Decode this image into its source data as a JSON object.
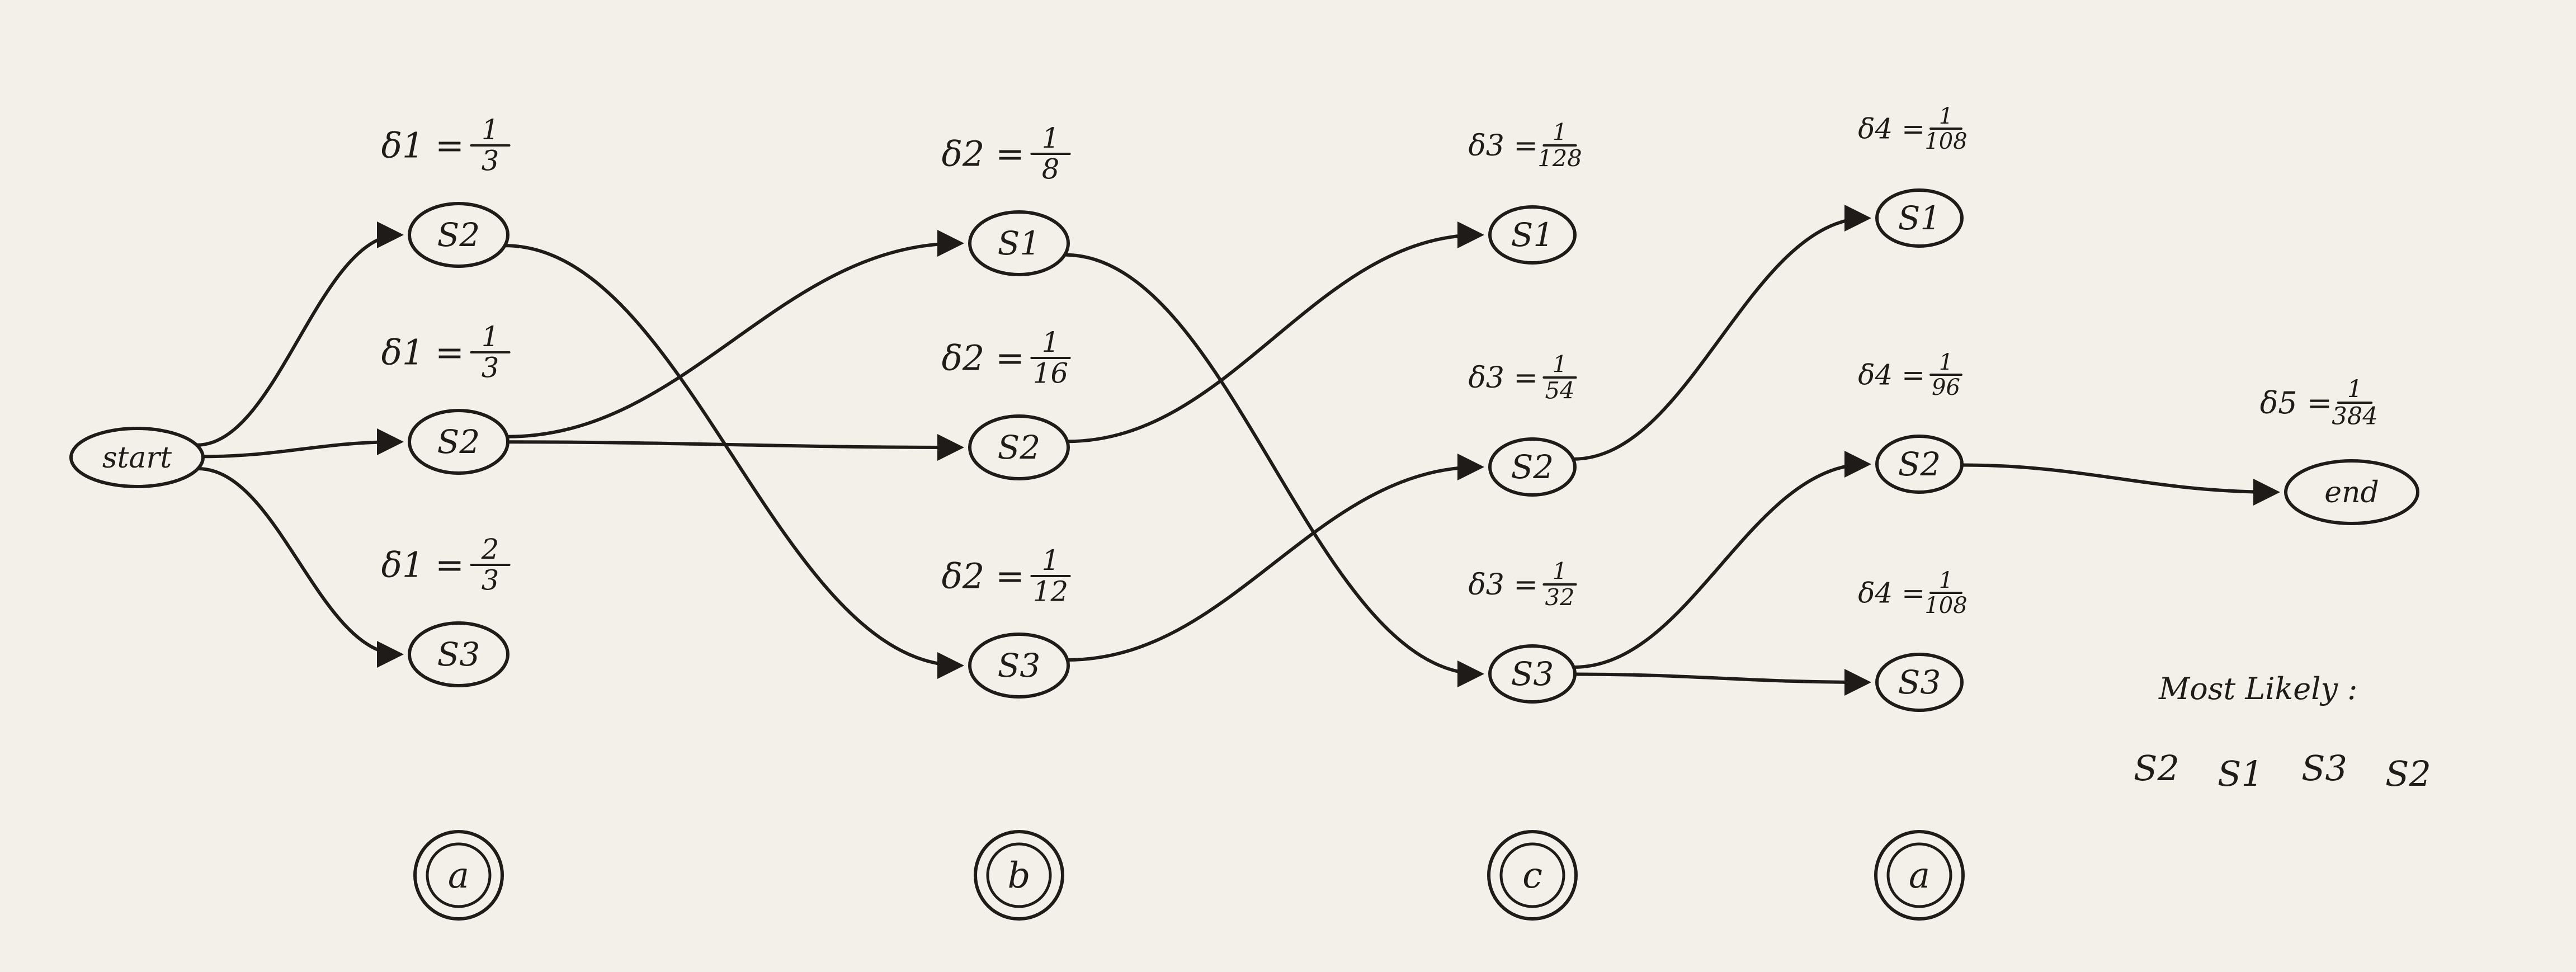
{
  "diagram": {
    "start_label": "start",
    "end_label": "end",
    "columns": [
      {
        "observation": "a",
        "states": [
          {
            "id": "c1-top",
            "label": "S2",
            "delta_prefix": "δ1 =",
            "delta_num": "1",
            "delta_den": "3"
          },
          {
            "id": "c1-mid",
            "label": "S2",
            "delta_prefix": "δ1 =",
            "delta_num": "1",
            "delta_den": "3"
          },
          {
            "id": "c1-bot",
            "label": "S3",
            "delta_prefix": "δ1 =",
            "delta_num": "2",
            "delta_den": "3"
          }
        ]
      },
      {
        "observation": "b",
        "states": [
          {
            "id": "c2-top",
            "label": "S1",
            "delta_prefix": "δ2 =",
            "delta_num": "1",
            "delta_den": "8"
          },
          {
            "id": "c2-mid",
            "label": "S2",
            "delta_prefix": "δ2 =",
            "delta_num": "1",
            "delta_den": "16"
          },
          {
            "id": "c2-bot",
            "label": "S3",
            "delta_prefix": "δ2 =",
            "delta_num": "1",
            "delta_den": "12"
          }
        ]
      },
      {
        "observation": "c",
        "states": [
          {
            "id": "c3-top",
            "label": "S1",
            "delta_prefix": "δ3 =",
            "delta_num": "1",
            "delta_den": "128"
          },
          {
            "id": "c3-mid",
            "label": "S2",
            "delta_prefix": "δ3 =",
            "delta_num": "1",
            "delta_den": "54"
          },
          {
            "id": "c3-bot",
            "label": "S3",
            "delta_prefix": "δ3 =",
            "delta_num": "1",
            "delta_den": "32"
          }
        ]
      },
      {
        "observation": "a",
        "states": [
          {
            "id": "c4-top",
            "label": "S1",
            "delta_prefix": "δ4 =",
            "delta_num": "1",
            "delta_den": "108"
          },
          {
            "id": "c4-mid",
            "label": "S2",
            "delta_prefix": "δ4 =",
            "delta_num": "1",
            "delta_den": "96"
          },
          {
            "id": "c4-bot",
            "label": "S3",
            "delta_prefix": "δ4 =",
            "delta_num": "1",
            "delta_den": "108"
          }
        ]
      }
    ],
    "final_delta": {
      "prefix": "δ5 =",
      "num": "1",
      "den": "384"
    },
    "edges": [
      [
        "start",
        "c1-top"
      ],
      [
        "start",
        "c1-mid"
      ],
      [
        "start",
        "c1-bot"
      ],
      [
        "c1-top",
        "c2-bot"
      ],
      [
        "c1-mid",
        "c2-top"
      ],
      [
        "c1-mid",
        "c2-mid"
      ],
      [
        "c2-top",
        "c3-bot"
      ],
      [
        "c2-mid",
        "c3-top"
      ],
      [
        "c2-bot",
        "c3-mid"
      ],
      [
        "c3-mid",
        "c4-top"
      ],
      [
        "c3-bot",
        "c4-mid"
      ],
      [
        "c3-bot",
        "c4-bot"
      ],
      [
        "c4-mid",
        "end"
      ]
    ],
    "most_likely": {
      "heading": "Most Likely :",
      "sequence": [
        "S2",
        "S1",
        "S3",
        "S2"
      ]
    }
  }
}
